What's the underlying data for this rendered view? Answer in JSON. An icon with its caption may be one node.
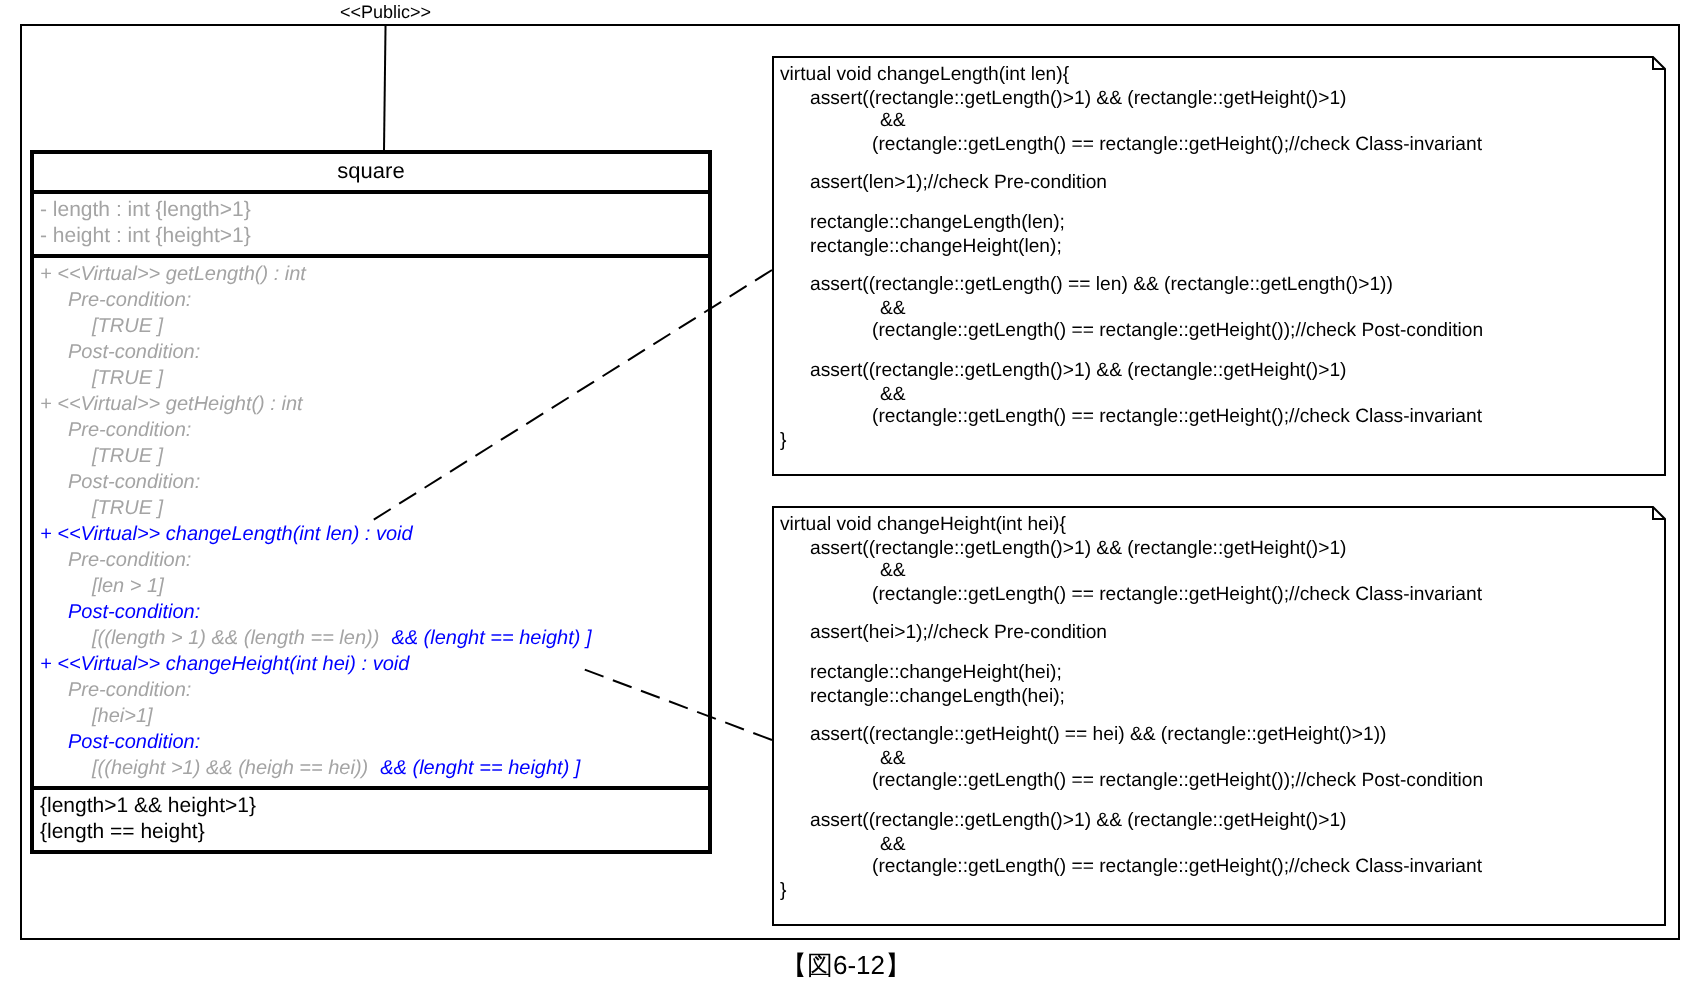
{
  "diagram": {
    "caption": "【図6-12】",
    "nodes": [
      {
        "text": [
          "<<Public>>"
        ]
      },
      {
        "text": [
          "square"
        ]
      },
      {
        "text": [
          "- length : int {length>1}",
          "- height : int {height>1}"
        ],
        "in": 1
      },
      {
        "text": [],
        "shape": "box",
        "in": 1
      },
      {
        "text": [
          "+ <<Virtual>>  getLength() : int",
          "Pre-condition:",
          "[TRUE ]",
          "Post-condition:",
          "[TRUE ]"
        ],
        "in": 3
      },
      {
        "text": [
          "+ <<Virtual>>  getHeight() : int",
          "Pre-condition:",
          "[TRUE ]",
          "Post-condition:",
          "[TRUE ]"
        ],
        "in": 3
      },
      {
        "text": [
          "+ <<Virtual>>  changeLength(int len)  : void",
          "Pre-condition:",
          "[len > 1]",
          "Post-condition:",
          "[((length > 1) && (length == len))",
          "&& (lenght == height) ]"
        ],
        "in": 3
      },
      {
        "text": [
          "+ <<Virtual>>  changeHeight(int hei)  : void",
          "Pre-condition:",
          "[hei>1]",
          "Post-condition:",
          "[((height >1) && (heigh == hei))",
          "&& (lenght == height) ]"
        ],
        "in": 3
      },
      {
        "text": [
          "{length>1 && height>1}",
          "{length == height}"
        ],
        "in": 1
      },
      {
        "text": [
          "virtual void changeLength(int len){",
          "assert((rectangle::getLength()>1) && (rectangle::getHeight()>1)",
          "&&",
          "(rectangle::getLength() == rectangle::getHeight();//check Class-invariant",
          "assert(len>1);//check Pre-condition",
          "rectangle::changeLength(len);",
          "rectangle::changeHeight(len);",
          "assert((rectangle::getLength() == len) && (rectangle::getLength()>1))",
          "&&",
          "(rectangle::getLength() == rectangle::getHeight());//check Post-condition",
          "assert((rectangle::getLength()>1) && (rectangle::getHeight()>1)",
          "&&",
          "(rectangle::getLength() == rectangle::getHeight();//check Class-invariant",
          "}"
        ]
      },
      {
        "text": [
          "virtual void changeHeight(int hei){",
          "assert((rectangle::getLength()>1) && (rectangle::getHeight()>1)",
          "&&",
          "(rectangle::getLength() == rectangle::getHeight();//check Class-invariant",
          "assert(hei>1);//check Pre-condition",
          "rectangle::changeHeight(hei);",
          "rectangle::changeLength(hei);",
          "assert((rectangle::getHeight() == hei) && (rectangle::getHeight()>1))",
          "&&",
          "(rectangle::getLength() == rectangle::getHeight());//check Post-condition",
          "assert((rectangle::getLength()>1) && (rectangle::getHeight()>1)",
          "&&",
          "(rectangle::getLength() == rectangle::getHeight();//check Class-invariant",
          "}"
        ]
      }
    ],
    "edges": [
      {
        "from": 1,
        "to": 0,
        "arrow": "none"
      },
      {
        "from": 9,
        "to": 6,
        "arrow": "none",
        "style": "dashed"
      },
      {
        "from": 10,
        "to": 7,
        "arrow": "none",
        "style": "dashed"
      }
    ]
  }
}
